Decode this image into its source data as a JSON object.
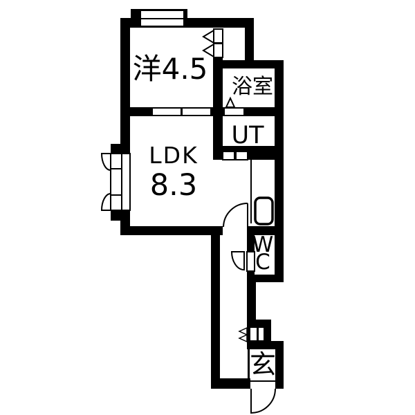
{
  "plan": {
    "type": "apartment-floor-plan",
    "colors": {
      "wall": "#000000",
      "background": "#ffffff",
      "line": "#000000"
    },
    "rooms": {
      "western_room": {
        "label": "洋4.5"
      },
      "ldk": {
        "label": "LDK",
        "area": "8.3"
      },
      "bathroom": {
        "label": "浴室"
      },
      "utility": {
        "label": "UT"
      },
      "toilet": {
        "line1": "W",
        "line2": "C"
      },
      "entrance": {
        "label": "玄"
      }
    },
    "icons": {
      "door_swing_arc": "quarter-circle",
      "sliding_door": "double-rectangle",
      "folding_door": "triangle-arrows",
      "casement_window": "rect-with-arcs",
      "kitchen_sink": "rounded-rectangle"
    }
  }
}
